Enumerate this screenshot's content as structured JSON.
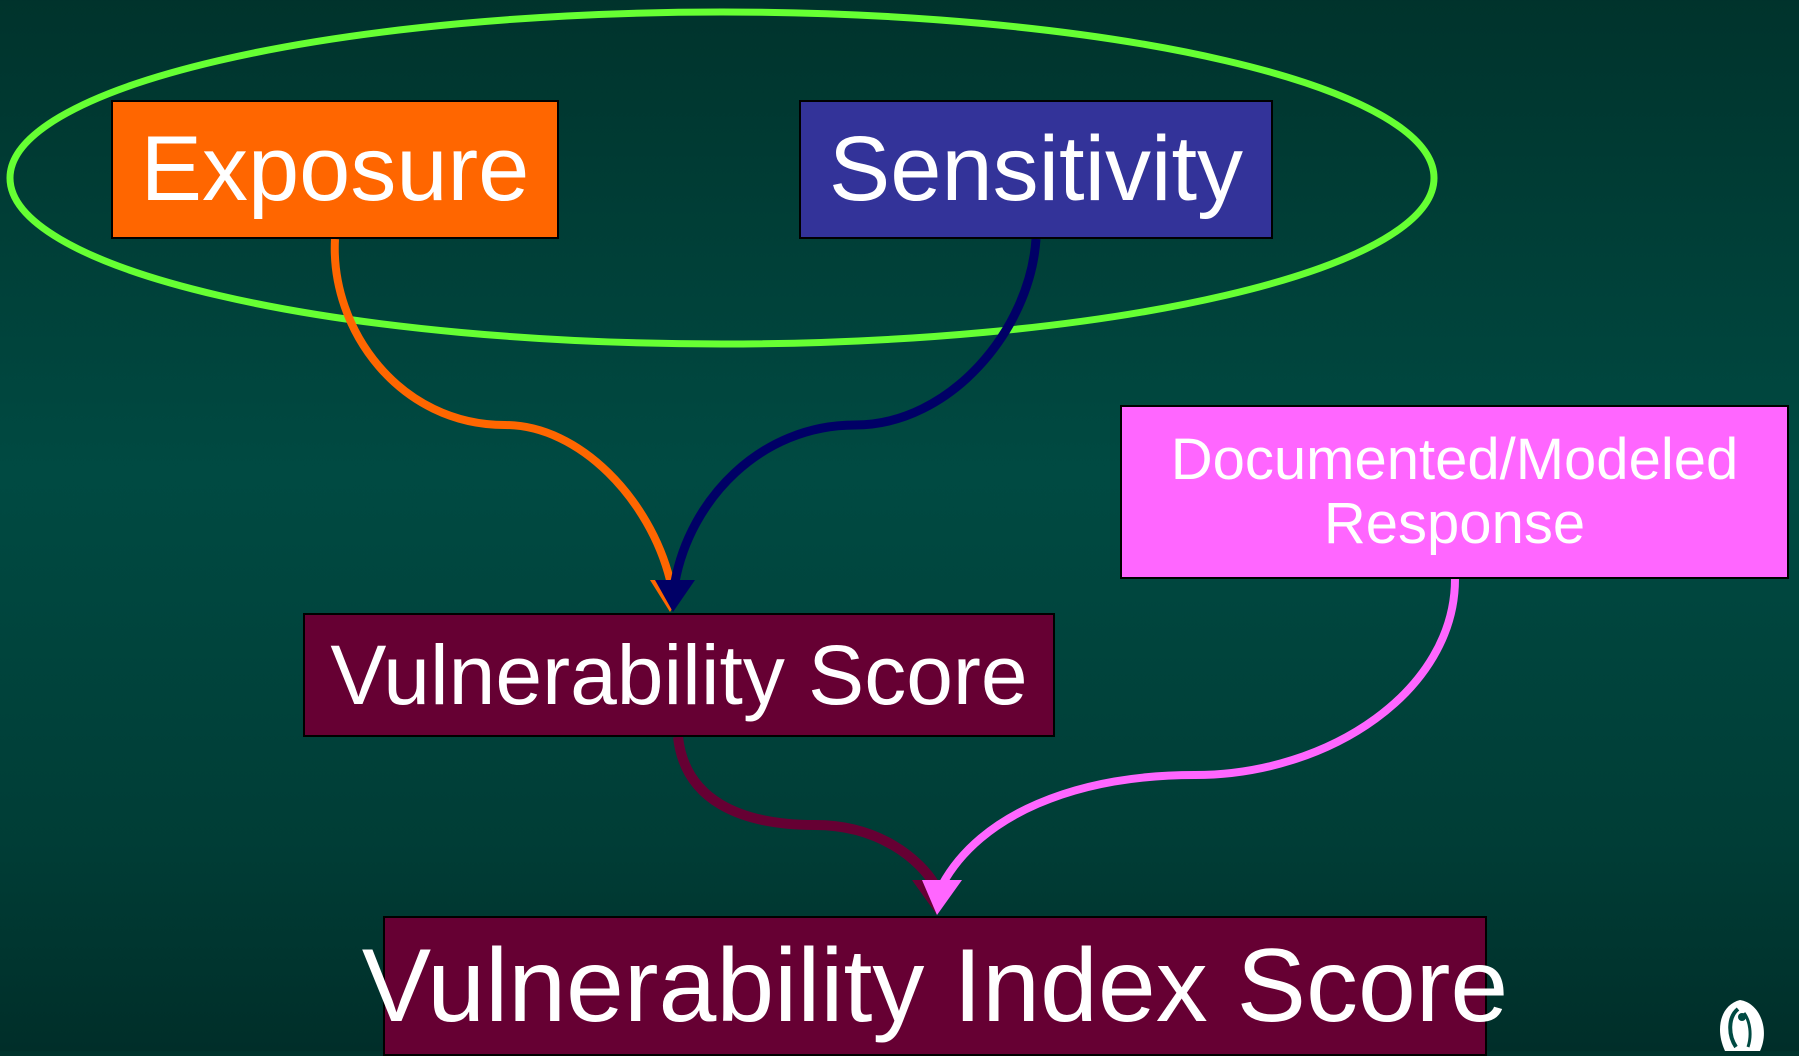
{
  "colors": {
    "exposure": "#ff6600",
    "sensitivity": "#333399",
    "response": "#ff66ff",
    "score": "#660033",
    "ellipse": "#66ff33",
    "sensitivity_arrow": "#000066",
    "text": "#ffffff"
  },
  "nodes": {
    "exposure": "Exposure",
    "sensitivity": "Sensitivity",
    "response_line1": "Documented/Modeled",
    "response_line2": "Response",
    "vulnerability_score": "Vulnerability Score",
    "vulnerability_index_score": "Vulnerability Index Score"
  },
  "edges": [
    {
      "from": "exposure",
      "to": "vulnerability_score"
    },
    {
      "from": "sensitivity",
      "to": "vulnerability_score"
    },
    {
      "from": "vulnerability_score",
      "to": "vulnerability_index_score"
    },
    {
      "from": "documented_modeled_response",
      "to": "vulnerability_index_score"
    }
  ],
  "icons": [
    "ellipse-grouping",
    "logo-icon"
  ]
}
